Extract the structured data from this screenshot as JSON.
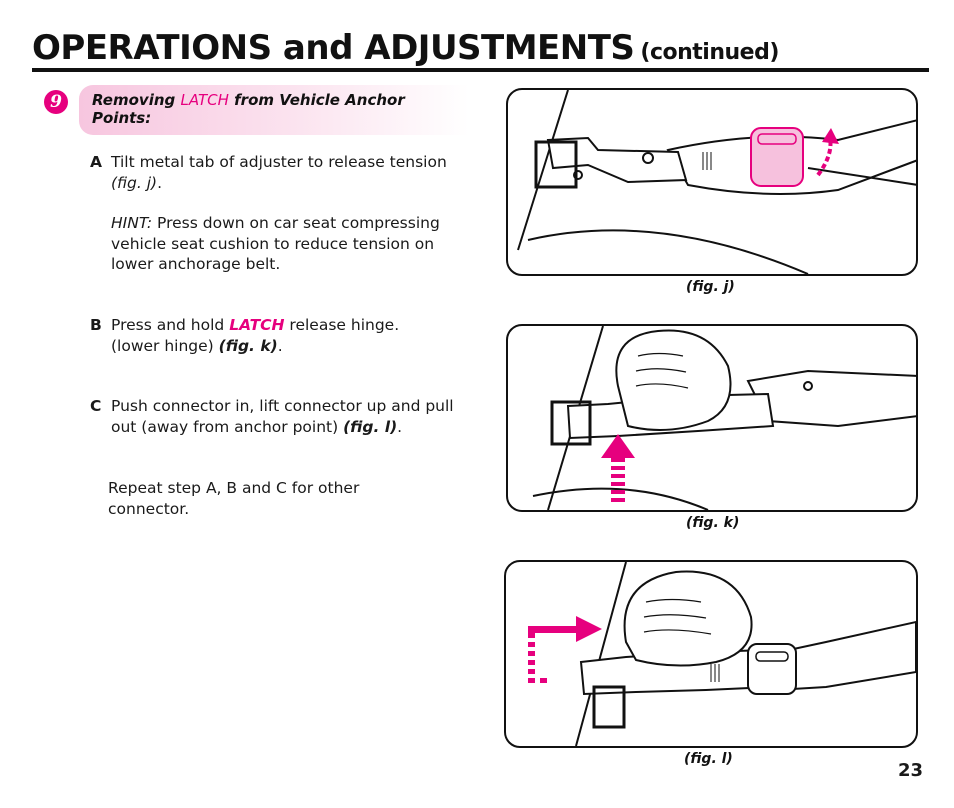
{
  "header": {
    "title": "OPERATIONS and ADJUSTMENTS",
    "subtitle": "(continued)"
  },
  "step": {
    "number": "9",
    "heading_pre": "Removing ",
    "heading_latch": "LATCH",
    "heading_post": " from Vehicle Anchor Points:"
  },
  "instructions": {
    "a": {
      "letter": "A",
      "text": "Tilt metal tab of adjuster to release tension ",
      "fig_ref": "(fig. j)",
      "suffix": "."
    },
    "hint": {
      "label": "HINT:",
      "text": "Press down on car seat compressing vehicle seat cushion to reduce tension on lower anchorage belt."
    },
    "b": {
      "letter": "B",
      "text_pre": "Press and hold ",
      "latch": "LATCH",
      "text_post": " release hinge. (lower hinge) ",
      "fig_ref": "(fig. k)",
      "suffix": "."
    },
    "c": {
      "letter": "C",
      "text": "Push connector in, lift connector up and pull out (away from anchor point) ",
      "fig_ref": "(fig. l)",
      "suffix": "."
    },
    "repeat": "Repeat step A, B and C for other connector."
  },
  "figures": {
    "j": {
      "caption": "(fig. j)"
    },
    "k": {
      "caption": "(fig. k)"
    },
    "l": {
      "caption": "(fig. l)"
    }
  },
  "colors": {
    "accent": "#e6007e",
    "ink": "#111111",
    "band": "#f7c6df"
  },
  "page_number": "23"
}
